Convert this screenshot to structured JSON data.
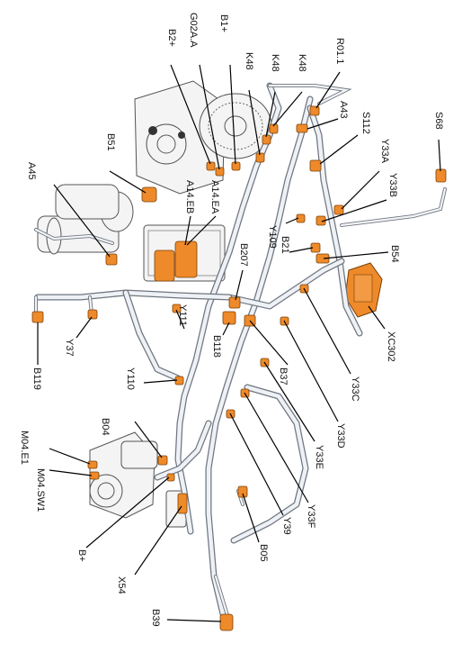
{
  "labels": {
    "B2+": "B2+",
    "G02A.A": "G02A.A",
    "B1+": "B1+",
    "K48a": "K48",
    "K48b": "K48",
    "K48c": "K48",
    "R01.1": "R01.1",
    "S68": "S68",
    "A43": "A43",
    "S112": "S112",
    "Y33A": "Y33A",
    "Y33B": "Y33B",
    "B51": "B51",
    "A45": "A45",
    "A14.EB": "A14.EB",
    "A14.EA": "A14.EA",
    "Y109": "Y109",
    "B21": "B21",
    "B54": "B54",
    "B207": "B207",
    "Y111": "Y111",
    "XC302": "XC302",
    "B119": "B119",
    "Y37": "Y37",
    "Y110": "Y110",
    "B118": "B118",
    "B37": "B37",
    "Y33C": "Y33C",
    "Y33D": "Y33D",
    "B04": "B04",
    "M04.E1": "M04.E1",
    "M04.SW1": "M04.SW1",
    "Y33E": "Y33E",
    "Y33F": "Y33F",
    "Y39": "Y39",
    "B+": "B+",
    "X54": "X54",
    "B05": "B05",
    "B39": "B39"
  },
  "colors": {
    "connector": "#ee8a2a",
    "harness": "#6f7680",
    "harness_fill": "#eef1f5"
  }
}
